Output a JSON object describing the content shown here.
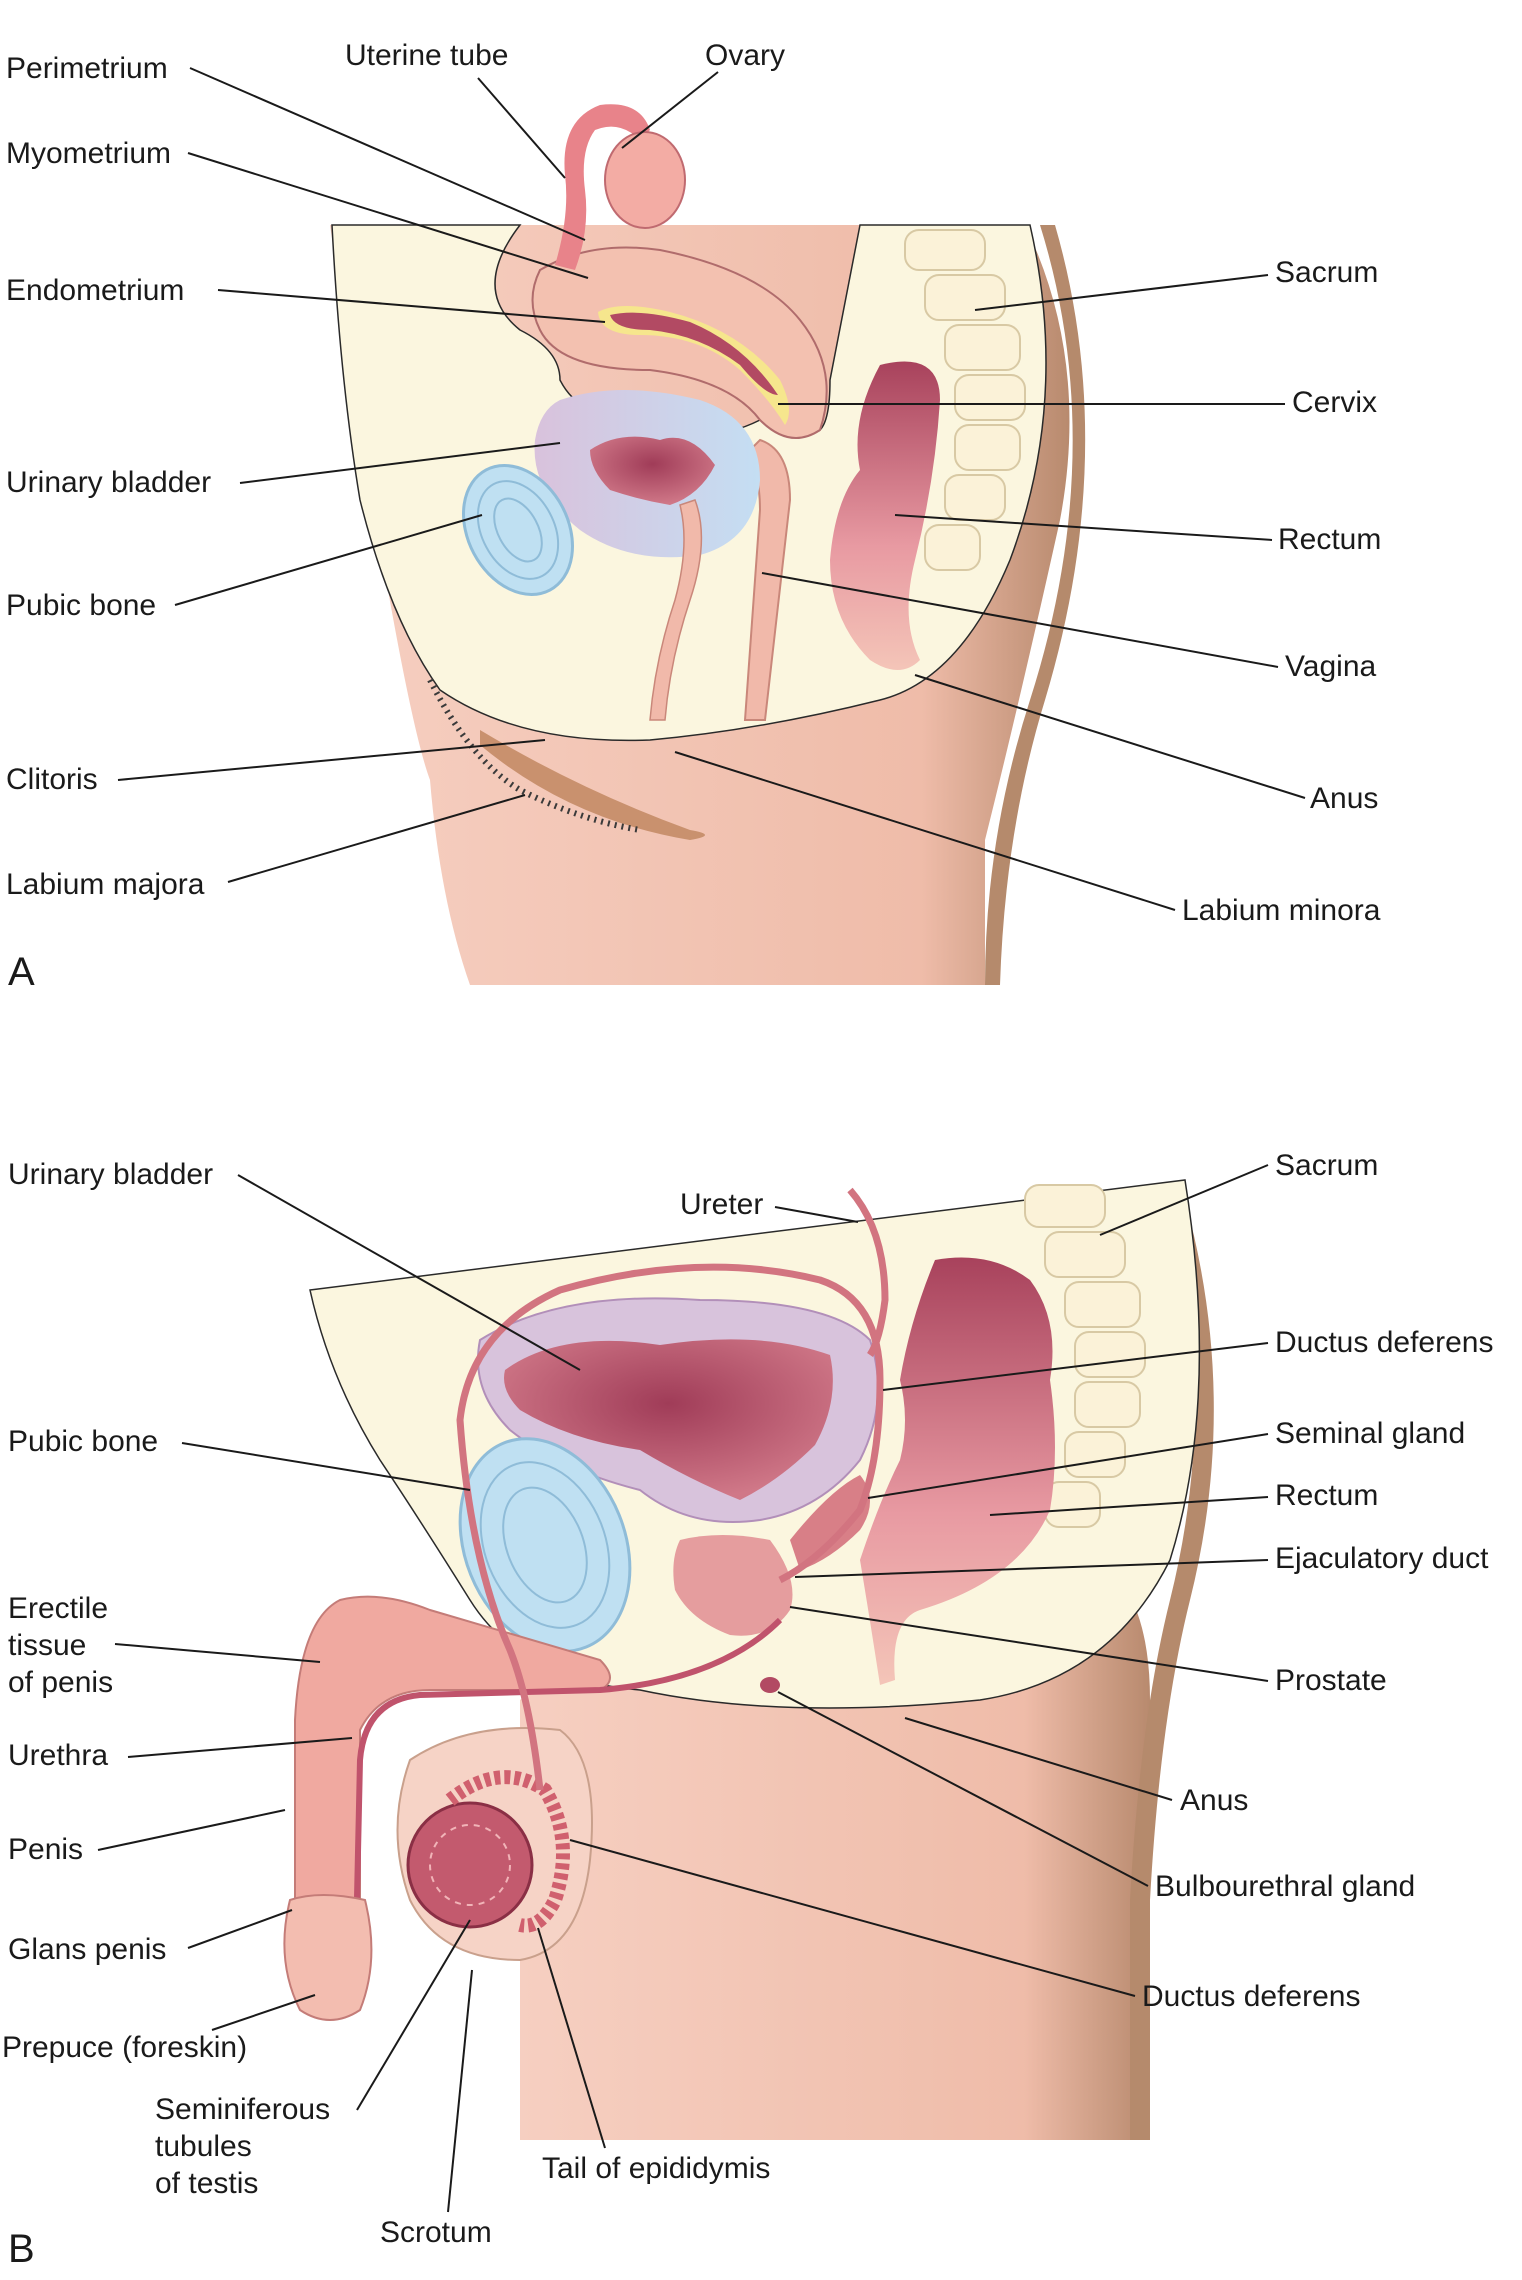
{
  "colors": {
    "tissue": "#fbf6df",
    "skin": "#f3c3b4",
    "skin_shadow": "#b58a6c",
    "organ_pink": "#f2b3a7",
    "organ_dark": "#b24a63",
    "bladder_purple": "#d8c3dc",
    "bone_blue": "#bfe0f2",
    "endometrium_yellow": "#f6e68d",
    "line": "#1a1a1a"
  },
  "panel_a": {
    "letter": "A",
    "labels": {
      "perimetrium": "Perimetrium",
      "uterine_tube": "Uterine tube",
      "ovary": "Ovary",
      "myometrium": "Myometrium",
      "endometrium": "Endometrium",
      "sacrum": "Sacrum",
      "cervix": "Cervix",
      "urinary_bladder": "Urinary bladder",
      "rectum": "Rectum",
      "pubic_bone": "Pubic bone",
      "vagina": "Vagina",
      "clitoris": "Clitoris",
      "anus": "Anus",
      "labium_majora": "Labium majora",
      "labium_minora": "Labium minora"
    }
  },
  "panel_b": {
    "letter": "B",
    "labels": {
      "urinary_bladder": "Urinary bladder",
      "ureter": "Ureter",
      "sacrum": "Sacrum",
      "ductus_deferens_upper": "Ductus deferens",
      "pubic_bone": "Pubic bone",
      "seminal_gland": "Seminal gland",
      "rectum": "Rectum",
      "erectile_tissue_1": "Erectile",
      "erectile_tissue_2": "tissue",
      "erectile_tissue_3": "of penis",
      "ejaculatory_duct": "Ejaculatory duct",
      "prostate": "Prostate",
      "urethra": "Urethra",
      "anus": "Anus",
      "penis": "Penis",
      "bulbourethral_gland": "Bulbourethral gland",
      "glans_penis": "Glans penis",
      "ductus_deferens_lower": "Ductus deferens",
      "prepuce": "Prepuce (foreskin)",
      "seminiferous_1": "Seminiferous",
      "seminiferous_2": "tubules",
      "seminiferous_3": "of testis",
      "tail_epididymis": "Tail of epididymis",
      "scrotum": "Scrotum"
    }
  }
}
